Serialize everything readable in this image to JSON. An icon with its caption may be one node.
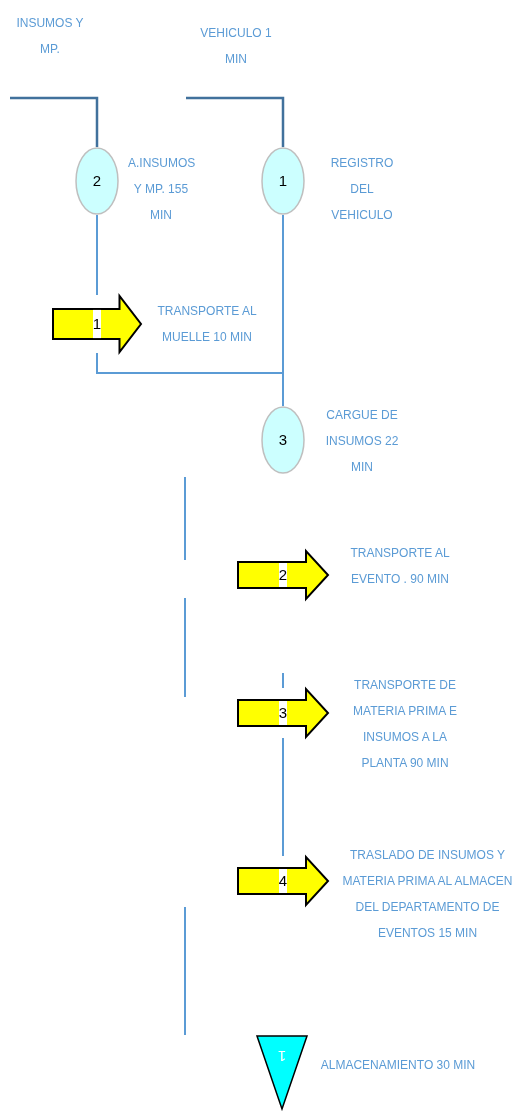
{
  "diagram": {
    "nodes": [
      {
        "text": [
          "2"
        ],
        "beside": [
          "A.INSUMOS Y MP. 155 MIN"
        ]
      },
      {
        "text": [
          "1"
        ],
        "beside": [
          "REGISTRO DEL VEHICULO"
        ]
      },
      {
        "text": [
          "1"
        ],
        "beside": [
          "TRANSPORTE AL MUELLE 10 MIN"
        ]
      },
      {
        "text": [
          "3"
        ],
        "beside": [
          "CARGUE DE INSUMOS 22 MIN"
        ]
      },
      {
        "text": [
          "2"
        ],
        "beside": [
          "TRANSPORTE AL EVENTO . 90 MIN"
        ]
      },
      {
        "text": [
          "3"
        ],
        "beside": [
          "TRANSPORTE DE MATERIA PRIMA E INSUMOS A LA PLANTA 90 MIN"
        ]
      },
      {
        "text": [
          "4"
        ],
        "beside": [
          "TRASLADO DE INSUMOS Y MATERIA PRIMA AL ALMACEN DEL DEPARTAMENTO DE EVENTOS 15 MIN"
        ]
      },
      {
        "text": [
          "1"
        ],
        "beside": [
          "ALMACENAMIENTO 30 MIN"
        ]
      }
    ],
    "edges": [
      {
        "from": null,
        "to": 0,
        "arrow": "none"
      },
      {
        "from": null,
        "to": 1,
        "arrow": "none"
      },
      {
        "from": 0,
        "to": 2,
        "arrow": "none"
      },
      {
        "from": 2,
        "to": 3,
        "arrow": "none"
      },
      {
        "from": 1,
        "to": 3,
        "arrow": "none"
      },
      {
        "from": 5,
        "to": 6,
        "arrow": "none"
      }
    ],
    "labels": [
      "INSUMOS Y MP.",
      "VEHICULO 1 MIN"
    ]
  }
}
